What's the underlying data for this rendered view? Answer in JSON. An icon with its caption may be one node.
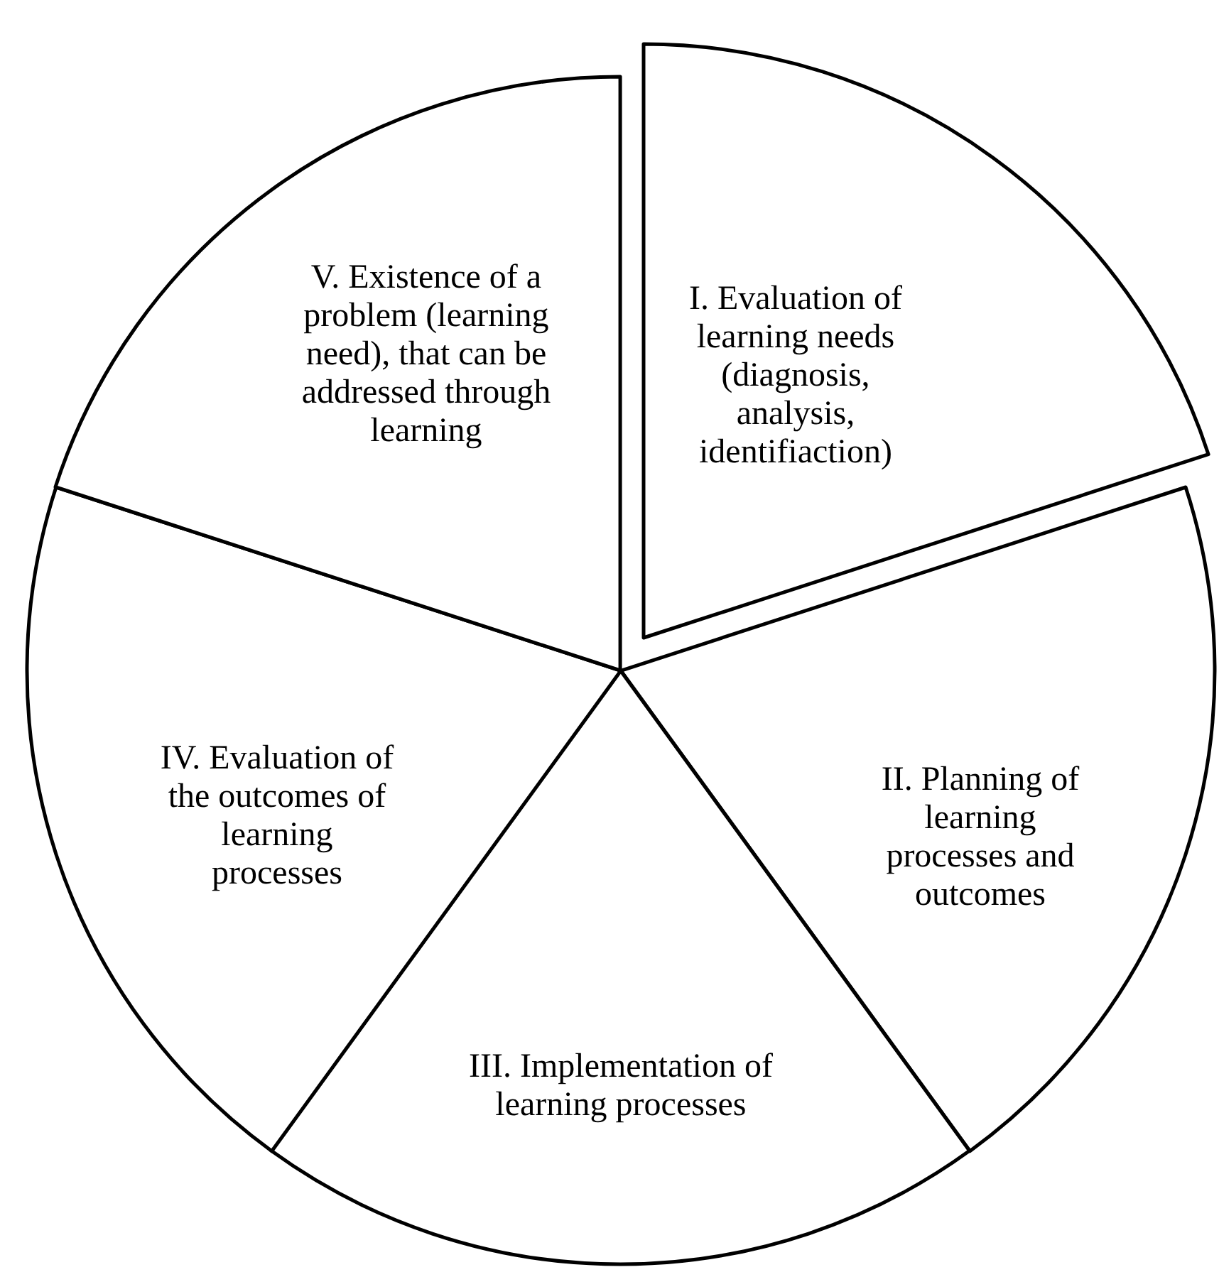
{
  "diagram": {
    "nodes": [
      {
        "text": [
          "I. Evaluation of learning needs (diagnosis, analysis, identifiaction)"
        ]
      },
      {
        "text": [
          "II. Planning of learning processes and outcomes"
        ]
      },
      {
        "text": [
          "III. Implementation of learning processes"
        ]
      },
      {
        "text": [
          "IV. Evaluation of the outcomes of learning processes"
        ]
      },
      {
        "text": [
          "V. Existence of a problem (learning need), that can be addressed through learning"
        ]
      }
    ],
    "edges": []
  }
}
